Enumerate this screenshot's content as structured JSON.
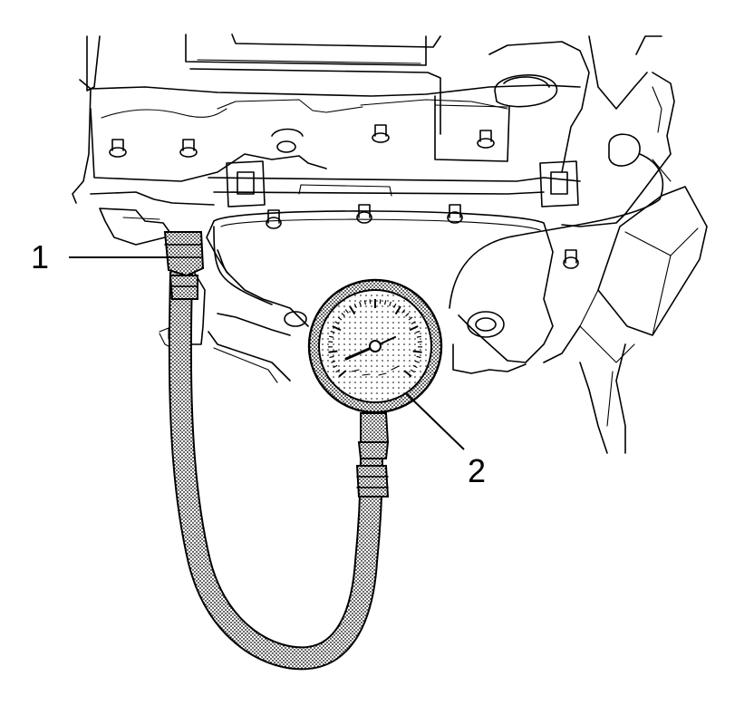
{
  "callouts": [
    {
      "id": "1",
      "label": "1"
    },
    {
      "id": "2",
      "label": "2"
    }
  ],
  "colors": {
    "line": "#000000",
    "background": "#ffffff"
  },
  "icons": [
    "engine-assembly",
    "oil-pressure-gauge",
    "gauge-hose",
    "hose-adapter-fitting"
  ]
}
